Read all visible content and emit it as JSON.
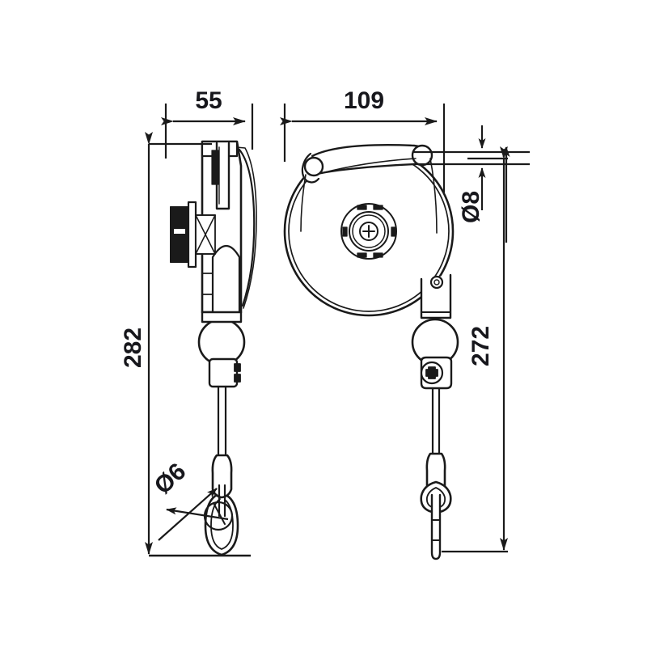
{
  "drawing": {
    "title": "Spring balancer dimensional drawing",
    "background_color": "#ffffff",
    "line_color": "#1a1a1a",
    "text_color": "#17171c",
    "units": "mm",
    "views": [
      {
        "name": "side-view",
        "label": "",
        "position": "left"
      },
      {
        "name": "front-view",
        "label": "",
        "position": "right"
      }
    ]
  },
  "dimensions": {
    "side_width": "55",
    "front_width": "109",
    "side_total_height": "282",
    "front_total_height": "272",
    "mount_hole_diameter": "Ø8",
    "cable_hook_diameter": "Ø6"
  },
  "components": {
    "side_view": {
      "housing": "balancer-housing-side",
      "adjust_knob": "tension-adjust-knob",
      "ratchet": "ratchet-block",
      "spring_cover": "spring-cover-nose",
      "stop_ball": "cable-stop-ball",
      "cable_clamp": "cable-clamp",
      "cable": "steel-cable",
      "ferrule": "cable-ferrule",
      "hook": "snap-hook-carabiner"
    },
    "front_view": {
      "drum": "cable-drum-housing",
      "mount_ear_left": "mounting-ear-left",
      "mount_ear_right": "mounting-ear-right",
      "hub": "center-hub-screw",
      "neck": "housing-neck",
      "stop_ball": "cable-stop-ball",
      "cable_clamp_screw": "cable-clamp-screw",
      "cable": "steel-cable",
      "ferrule": "cable-ferrule",
      "hook": "snap-hook-carabiner-edge"
    }
  }
}
